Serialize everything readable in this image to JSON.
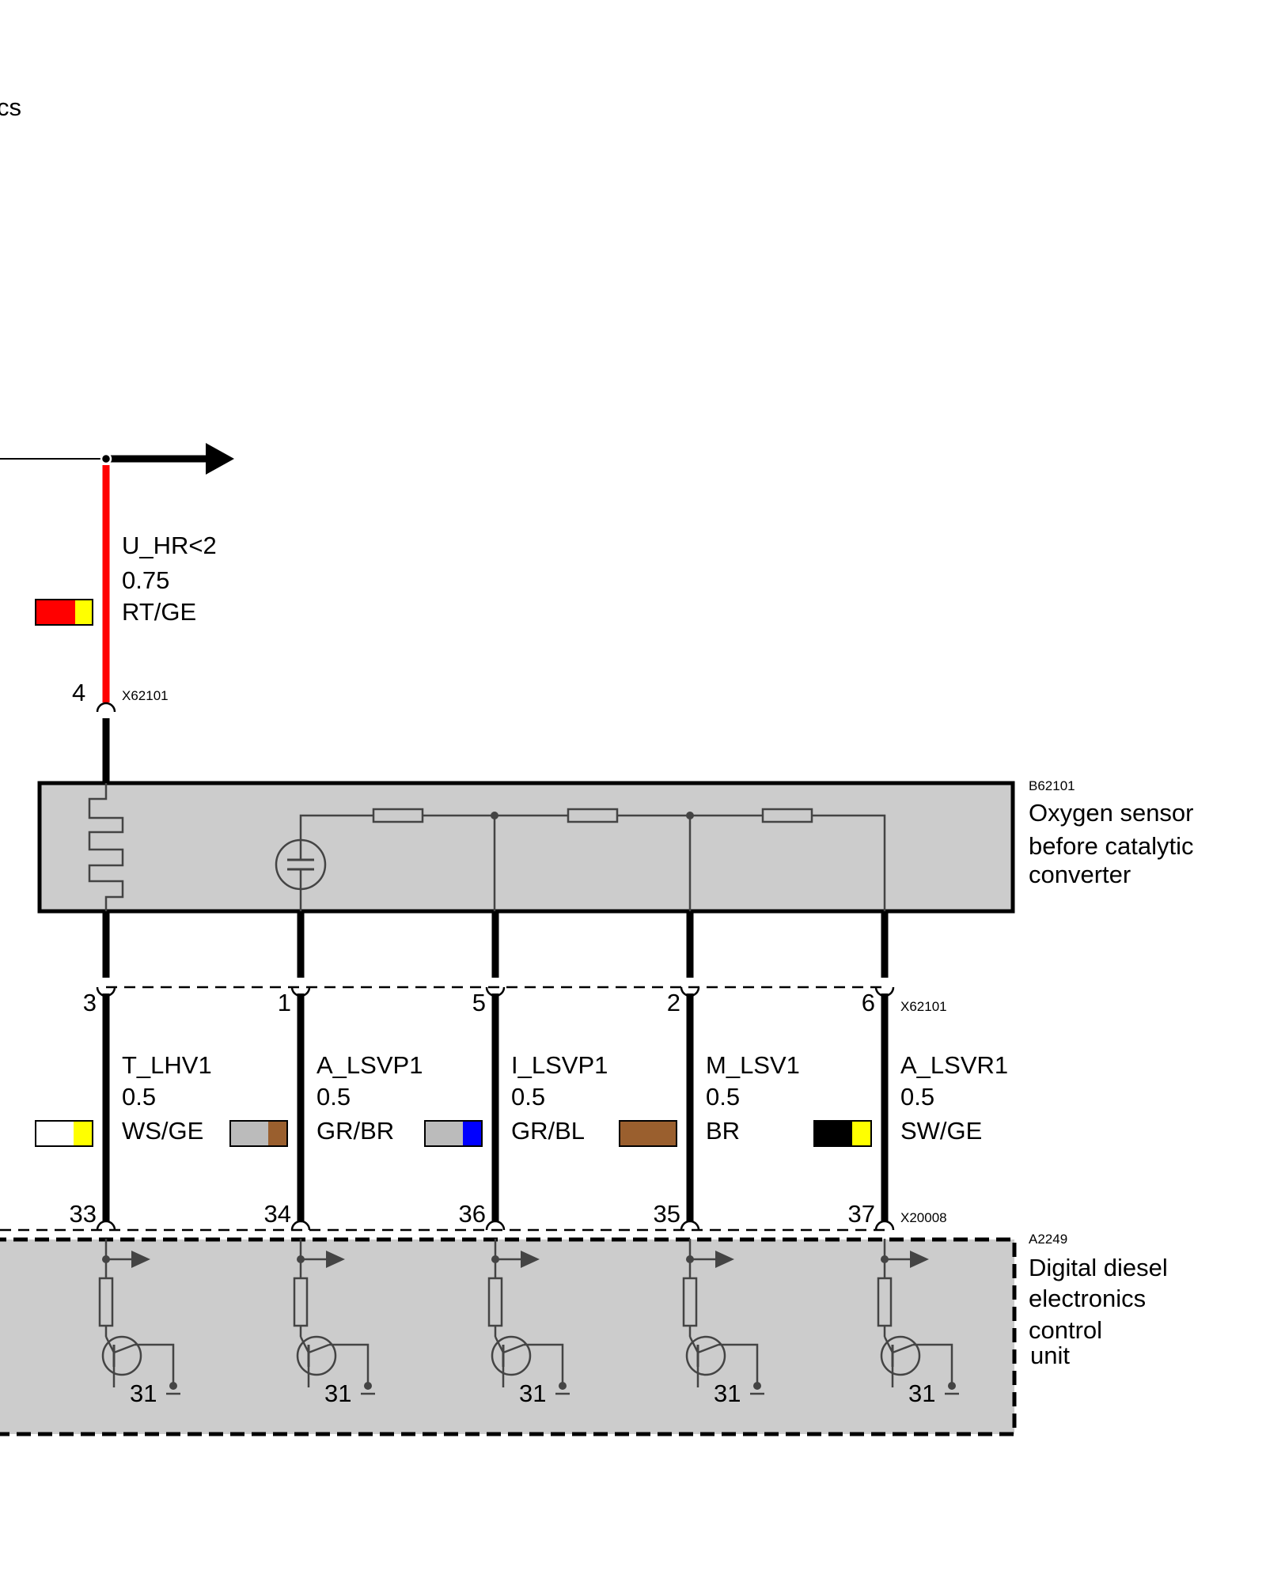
{
  "header_fragment": "cs",
  "top_wire": {
    "signal": "U_HR<2",
    "gauge": "0.75",
    "color_code": "RT/GE",
    "colors": [
      "#ff0000",
      "#ffff00"
    ],
    "pin": "4",
    "connector": "X62101"
  },
  "sensor": {
    "id": "B62101",
    "name_lines": [
      "Oxygen sensor",
      "before catalytic",
      "converter"
    ],
    "fill": "#cccccc"
  },
  "mid_connector": "X62101",
  "ecu_connector": "X20008",
  "ecu": {
    "id": "A2249",
    "name_lines": [
      "Digital diesel",
      "electronics",
      "control",
      "unit"
    ],
    "fill": "#cccccc"
  },
  "wires": [
    {
      "sensor_pin": "3",
      "signal": "T_LHV1",
      "gauge": "0.5",
      "color_code": "WS/GE",
      "colors": [
        "#ffffff",
        "#ffff00"
      ],
      "ecu_pin": "33",
      "ground": "31"
    },
    {
      "sensor_pin": "1",
      "signal": "A_LSVP1",
      "gauge": "0.5",
      "color_code": "GR/BR",
      "colors": [
        "#bbbbbb",
        "#9a5f2e"
      ],
      "ecu_pin": "34",
      "ground": "31"
    },
    {
      "sensor_pin": "5",
      "signal": "I_LSVP1",
      "gauge": "0.5",
      "color_code": "GR/BL",
      "colors": [
        "#bbbbbb",
        "#0000ff"
      ],
      "ecu_pin": "36",
      "ground": "31"
    },
    {
      "sensor_pin": "2",
      "signal": "M_LSV1",
      "gauge": "0.5",
      "color_code": "BR",
      "colors": [
        "#9a5f2e"
      ],
      "ecu_pin": "35",
      "ground": "31"
    },
    {
      "sensor_pin": "6",
      "signal": "A_LSVR1",
      "gauge": "0.5",
      "color_code": "SW/GE",
      "colors": [
        "#000000",
        "#ffff00"
      ],
      "ecu_pin": "37",
      "ground": "31"
    }
  ]
}
